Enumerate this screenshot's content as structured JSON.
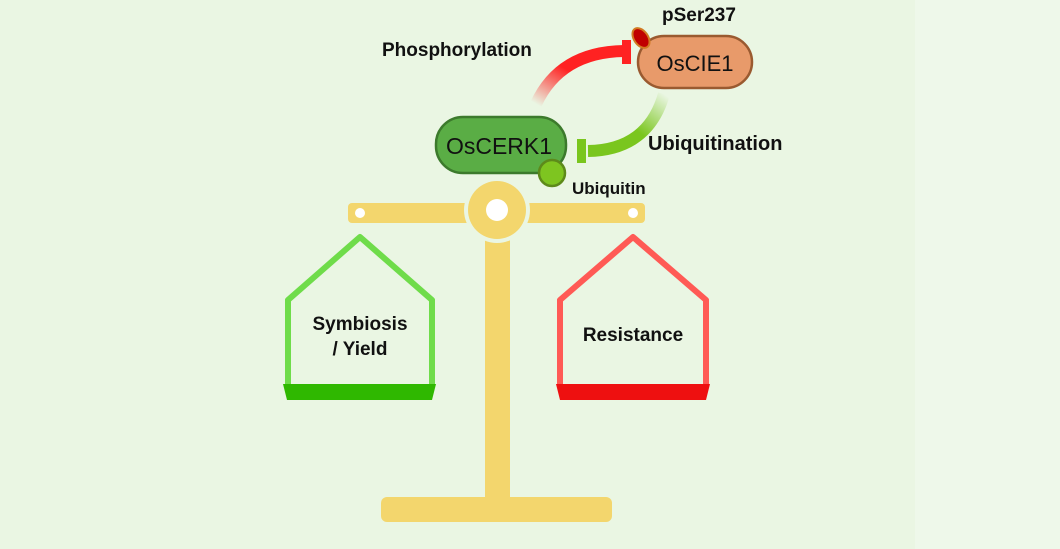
{
  "labels": {
    "phosphorylation": "Phosphorylation",
    "ubiquitination": "Ubiquitination",
    "ubiquitin": "Ubiquitin",
    "pser": "pSer237"
  },
  "nodes": {
    "oscerk1": "OsCERK1",
    "oscie1": "OsCIE1"
  },
  "pans": {
    "left_line1": "Symbiosis",
    "left_line2": "/ Yield",
    "right": "Resistance"
  },
  "colors": {
    "background": "#eaf6e3",
    "scale": "#f3d66d",
    "left_pan": "#6fdc4a",
    "left_base": "#2fb800",
    "right_pan": "#ff5a55",
    "right_base": "#ee1010",
    "oscerk1": "#5aad45",
    "oscie1": "#e89a6a"
  }
}
